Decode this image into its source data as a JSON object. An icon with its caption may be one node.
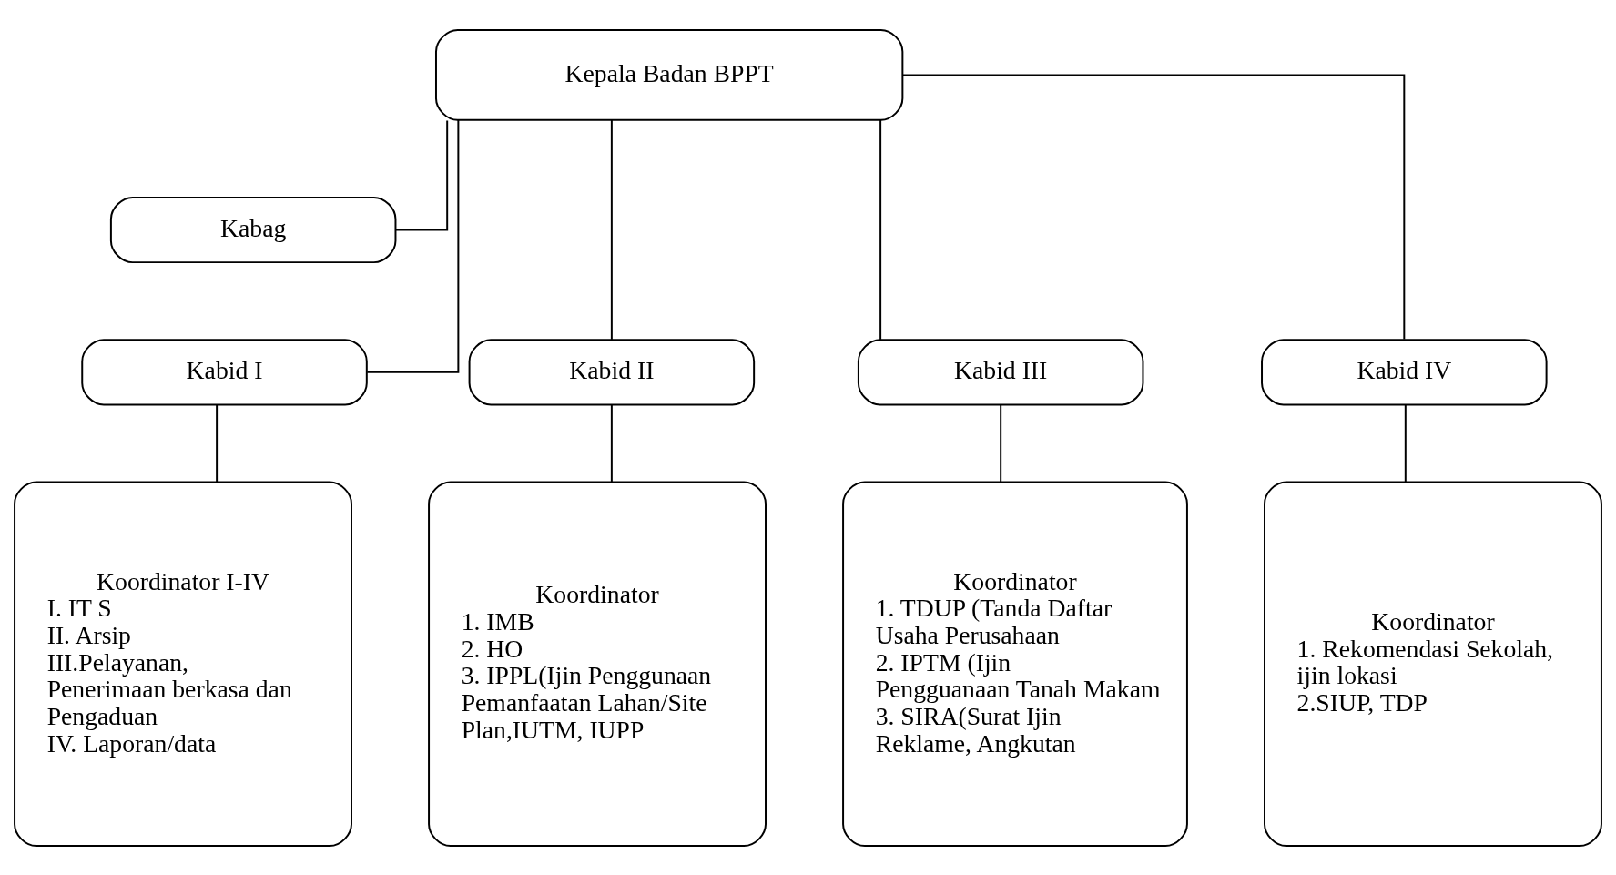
{
  "diagram": {
    "nodes": [
      {
        "text": [
          "Kepala Badan BPPT"
        ]
      },
      {
        "text": [
          "Kabag"
        ]
      },
      {
        "text": [
          "Kabid I"
        ]
      },
      {
        "text": [
          "Kabid II"
        ]
      },
      {
        "text": [
          "Kabid III"
        ]
      },
      {
        "text": [
          "Kabid IV"
        ]
      },
      {
        "text": [
          "Koordinator I-IV",
          "I. IT S",
          "II. Arsip",
          "III.Pelayanan, Penerimaan berkasa dan Pengaduan",
          "IV. Laporan/data"
        ]
      },
      {
        "text": [
          "Koordinator",
          "1. IMB",
          "2. HO",
          "3. IPPL(Ijin Penggunaan Pemanfaatan Lahan/Site Plan,IUTM, IUPP"
        ]
      },
      {
        "text": [
          "Koordinator",
          "1. TDUP (Tanda Daftar Usaha Perusahaan",
          "2. IPTM (Ijin Pengguanaan Tanah Makam",
          "3. SIRA(Surat Ijin Reklame, Angkutan"
        ]
      },
      {
        "text": [
          "Koordinator",
          "1. Rekomendasi Sekolah, ijin lokasi",
          "2.SIUP, TDP"
        ]
      }
    ],
    "edges": [
      {
        "from": 0,
        "to": 1,
        "arrow": "none"
      },
      {
        "from": 0,
        "to": 2,
        "arrow": "none"
      },
      {
        "from": 0,
        "to": 3,
        "arrow": "none"
      },
      {
        "from": 0,
        "to": 4,
        "arrow": "none"
      },
      {
        "from": 0,
        "to": 5,
        "arrow": "none"
      },
      {
        "from": 2,
        "to": 6,
        "arrow": "none"
      },
      {
        "from": 3,
        "to": 7,
        "arrow": "none"
      },
      {
        "from": 4,
        "to": 8,
        "arrow": "none"
      },
      {
        "from": 5,
        "to": 9,
        "arrow": "none"
      }
    ]
  }
}
